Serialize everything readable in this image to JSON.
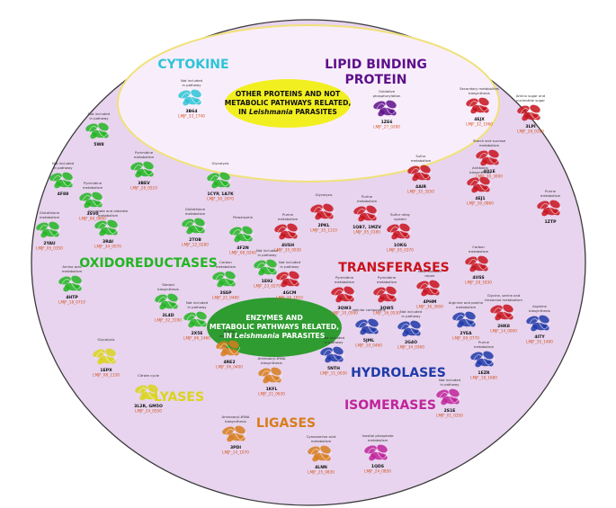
{
  "groups": {
    "cytokine": "CYTOKINE",
    "lipid_binding": [
      "LIPID BINDING",
      "PROTEIN"
    ],
    "oxidoreductases": "OXIDOREDUCTASES",
    "transferases": "TRANSFERASES",
    "hydrolases": "HYDROLASES",
    "isomerases": "ISOMERASES",
    "lyases": "LYASES",
    "ligases": "LIGASES"
  },
  "center_top": {
    "lines": [
      "OTHER PROTEINS AND NOT",
      "METABOLIC PATHWAYS RELATED,"
    ],
    "last_prefix": "IN ",
    "last_italic": "Leishmania",
    "last_suffix": " PARASITES"
  },
  "center_main": {
    "lines": [
      "ENZYMES AND",
      "METABOLIC PATHWAYS RELATED,"
    ],
    "last_prefix": "IN ",
    "last_italic": "Leishmania",
    "last_suffix": " PARASITES"
  },
  "colors": {
    "outer_fill": "#e8d4ee",
    "outer_stroke": "#3a3a3a",
    "inner_fill": "#f8eefb",
    "inner_stroke": "#f0e17a",
    "yellow_ellipse": "#f2ef21",
    "green_ellipse": "#2e9c30",
    "cytokine": "#2ec4d6",
    "lipid": "#5e0f8a",
    "oxido": "#22b522",
    "transferase": "#c8131c",
    "hydrolase": "#1f3aa8",
    "isomerase": "#c0239a",
    "lyase": "#d9d41c",
    "ligase": "#d77d1c",
    "accession": "#d2521f"
  },
  "proteins": [
    {
      "id": "3B64",
      "acc": "LMJF_33_1740",
      "labels": [
        "Not included",
        "in pathway"
      ],
      "group": "cytokine"
    },
    {
      "id": "1ZE6",
      "acc": "LMJF_27_0280",
      "labels": [
        "Oxidative",
        "phosphorylation"
      ],
      "group": "lipid"
    },
    {
      "id": "5W8",
      "acc": "",
      "labels": [
        "Not included",
        "in pathway"
      ],
      "group": "oxido"
    },
    {
      "id": "4F88",
      "acc": "",
      "labels": [
        "Not included",
        "in pathway"
      ],
      "group": "oxido"
    },
    {
      "id": "3SV0",
      "acc": "LMJF_06_0800",
      "labels": [
        "Pyrimidine",
        "metabolism"
      ],
      "group": "oxido"
    },
    {
      "id": "3BEV",
      "acc": "LMJF_26_0510",
      "labels": [
        "Pyrimidine",
        "metabolism"
      ],
      "group": "oxido"
    },
    {
      "id": "2YAU",
      "acc": "LMJF_05_0350",
      "labels": [
        "Glutathione",
        "metabolism"
      ],
      "group": "oxido"
    },
    {
      "id": "3RAI",
      "acc": "LMJF_34_0070",
      "labels": [
        "Ascorbate and aldarate",
        "metabolism"
      ],
      "group": "oxido"
    },
    {
      "id": "2TOB",
      "acc": "LMJF_12_0280",
      "labels": [
        "Glutathione",
        "metabolism"
      ],
      "group": "oxido"
    },
    {
      "id": "1CYP, 1A7K",
      "acc": "LMJF_30_2970",
      "labels": [
        "Glycolysis"
      ],
      "group": "oxido"
    },
    {
      "id": "4F2N",
      "acc": "LMJF_08_0260",
      "labels": [
        "Peroxisome"
      ],
      "group": "oxido"
    },
    {
      "id": "3SSP",
      "acc": "LMJF_21_0480",
      "labels": [
        "Carbon",
        "metabolism"
      ],
      "group": "oxido"
    },
    {
      "id": "1E92",
      "acc": "LMJF_23_0270",
      "labels": [
        "Not included",
        "in pathway"
      ],
      "group": "oxido"
    },
    {
      "id": "3L4D",
      "acc": "LMJF_32_3190",
      "labels": [
        "Steroid",
        "biosynthesis"
      ],
      "group": "oxido"
    },
    {
      "id": "4HTP",
      "acc": "LMJF_18_0710",
      "labels": [
        "Amino acid",
        "metabolism"
      ],
      "group": "oxido"
    },
    {
      "id": "2X5E",
      "acc": "LMJF_06_1460",
      "labels": [
        "Not included",
        "in pathway"
      ],
      "group": "oxido"
    },
    {
      "id": "2PKL",
      "acc": "LMJF_35_1110",
      "labels": [
        "Glycolysis"
      ],
      "group": "transferase"
    },
    {
      "id": "4USH",
      "acc": "LMJF_35_0030",
      "labels": [
        "Purine",
        "metabolism"
      ],
      "group": "transferase"
    },
    {
      "id": "1QB7, 1MZV",
      "acc": "LMJF_05_0180",
      "labels": [
        "Purine",
        "metabolism"
      ],
      "group": "transferase"
    },
    {
      "id": "4AIR",
      "acc": "LMJF_35_3550",
      "labels": [
        "Sulfur",
        "metabolism"
      ],
      "group": "transferase"
    },
    {
      "id": "1OKG",
      "acc": "LMJF_05_0370",
      "labels": [
        "Sulfur relay",
        "system"
      ],
      "group": "transferase"
    },
    {
      "id": "4GCM",
      "acc": "LMJF_26_1810",
      "labels": [
        "Not included",
        "in pathway"
      ],
      "group": "transferase"
    },
    {
      "id": "3QW3",
      "acc": "LMJF_10_0590",
      "labels": [
        "Pyrimidine",
        "metabolism"
      ],
      "group": "transferase"
    },
    {
      "id": "3QW5",
      "acc": "LMJF_16_0530",
      "labels": [
        "Pyrimidine",
        "metabolism"
      ],
      "group": "transferase"
    },
    {
      "id": "4PHM",
      "acc": "LMJF_36_3000",
      "labels": [
        "Base excision",
        "repair"
      ],
      "group": "transferase"
    },
    {
      "id": "4USS",
      "acc": "LMJF_28_1830",
      "labels": [
        "Carbon",
        "metabolism"
      ],
      "group": "transferase"
    },
    {
      "id": "4EJ1",
      "acc": "LMJF_30_0860",
      "labels": [
        "Antibiotic",
        "biosynthesis"
      ],
      "group": "transferase"
    },
    {
      "id": "4EJX",
      "acc": "LMJF_32_1060",
      "labels": [
        "Secondary metabolites",
        "biosynthesis"
      ],
      "group": "transferase"
    },
    {
      "id": "4Q1E",
      "acc": "LMJF_30_3000",
      "labels": [
        "Starch and sucrose",
        "metabolism"
      ],
      "group": "transferase"
    },
    {
      "id": "3LPI",
      "acc": "LMJF_28_0280",
      "labels": [
        "Amino sugar and",
        "nucleotide sugar"
      ],
      "group": "transferase"
    },
    {
      "id": "1ZTP",
      "acc": "",
      "labels": [
        "Purine",
        "metabolism"
      ],
      "group": "transferase"
    },
    {
      "id": "2HK8",
      "acc": "LMJF_14_0000",
      "labels": [
        "Glycine, serine and",
        "threonine metabolism"
      ],
      "group": "transferase"
    },
    {
      "id": "2YEA",
      "acc": "LMJF_09_0770",
      "labels": [
        "Arginine and proline",
        "metabolism"
      ],
      "group": "hydrolase"
    },
    {
      "id": "4ITY",
      "acc": "LMJF_35_1480",
      "labels": [
        "Arginine",
        "biosynthesis"
      ],
      "group": "hydrolase"
    },
    {
      "id": "5JML",
      "acc": "LMJF_10_0460",
      "labels": [
        "cellular component"
      ],
      "group": "hydrolase"
    },
    {
      "id": "2G4O",
      "acc": "LMJF_34_0360",
      "labels": [
        "Not included",
        "in pathway"
      ],
      "group": "hydrolase"
    },
    {
      "id": "5NTH",
      "acc": "LMJF_11_0030",
      "labels": [
        "Not included",
        "in pathway"
      ],
      "group": "hydrolase"
    },
    {
      "id": "1EZR",
      "acc": "LMJF_18_1680",
      "labels": [
        "Purine",
        "metabolism"
      ],
      "group": "hydrolase"
    },
    {
      "id": "2S1E",
      "acc": "LMJF_01_0350",
      "labels": [
        "Not included",
        "in pathway"
      ],
      "group": "isomerase"
    },
    {
      "id": "1QDS",
      "acc": "LMJF_24_0850",
      "labels": [
        "Inositol phosphate",
        "metabolism"
      ],
      "group": "isomerase"
    },
    {
      "id": "1EPX",
      "acc": "LMJF_08_1330",
      "labels": [
        "Glycolysis"
      ],
      "group": "lyase"
    },
    {
      "id": "3L2R, GM5O",
      "acc": "LMJF_24_0550",
      "labels": [
        "Citrate cycle"
      ],
      "group": "lyase"
    },
    {
      "id": "4RE2",
      "acc": "LMJF_06_0400",
      "labels": [
        "Purine",
        "metabolism"
      ],
      "group": "ligase"
    },
    {
      "id": "1KFL",
      "acc": "LMJF_21_0630",
      "labels": [
        "Aminoacyl-tRNA",
        "biosynthesis"
      ],
      "group": "ligase"
    },
    {
      "id": "3PDI",
      "acc": "LMJF_14_1070",
      "labels": [
        "Aminoacyl-tRNA",
        "biosynthesis"
      ],
      "group": "ligase"
    },
    {
      "id": "4LNN",
      "acc": "LMJF_25_0830",
      "labels": [
        "Cyanoamino acid",
        "metabolism"
      ],
      "group": "ligase"
    }
  ]
}
